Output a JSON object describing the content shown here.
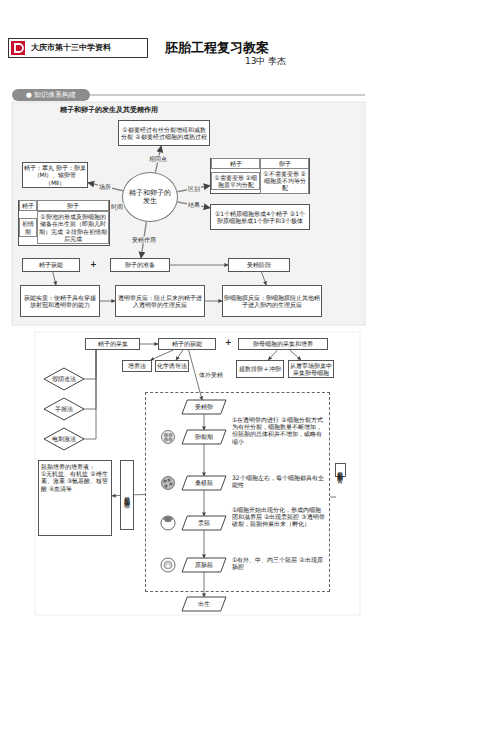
{
  "diagram": {
    "title": "胚胎工程复习教案",
    "nodes": [
      {
        "text": [
          "大庆市第十三中学资料"
        ]
      },
      {
        "text": [
          "● 知识体系构建"
        ]
      },
      {
        "text": [
          "①都要经过有丝分裂增殖和减数分裂 ②都要经过细胞的成熟过程"
        ]
      },
      {
        "text": [
          "精子和卵子的发生"
        ]
      },
      {
        "text": [
          "精子：睾丸 卵子：卵巢（MⅠ）、输卵管（MⅡ）"
        ]
      },
      {
        "text": [
          "精子",
          "卵子",
          "初情期",
          "①卵泡的形成及卵细胞的储备在出生前（即胎儿时期）完成 ②排卵在初情期后完成"
        ]
      },
      {
        "text": [
          "精子",
          "卵子",
          "①需要变形 ②细胞质平均分配",
          "①不需要变形 ②细胞质不均等分配"
        ]
      },
      {
        "text": [
          "①1个精原细胞形成4个精子 ②1个卵原细胞形成1个卵子和3个极体"
        ]
      },
      {
        "text": [
          "精子获能"
        ]
      },
      {
        "text": [
          "卵子的准备"
        ]
      },
      {
        "text": [
          "受精阶段"
        ]
      },
      {
        "text": [
          "获能实质：使精子具有穿越放射冠和透明带的能力"
        ]
      },
      {
        "text": [
          "透明带反应：阻止后来的精子进入透明带的生理反应"
        ]
      },
      {
        "text": [
          "卵细胞膜反应：卵细胞膜阻止其他精子进入卵内的生理反应"
        ]
      },
      {
        "text": [
          "精子的采集"
        ]
      },
      {
        "text": [
          "精子的获能"
        ]
      },
      {
        "text": [
          "卵母细胞的采集和培养"
        ]
      },
      {
        "text": [
          "培养法"
        ]
      },
      {
        "text": [
          "化学诱导法"
        ]
      },
      {
        "text": [
          "超数排卵+冲卵"
        ]
      },
      {
        "text": [
          "从屠宰场卵巢中采集卵母细胞"
        ]
      },
      {
        "text": [
          "假阴道法"
        ]
      },
      {
        "text": [
          "手握法"
        ]
      },
      {
        "text": [
          "电刺激法"
        ]
      },
      {
        "text": [
          "早期胚胎发育"
        ]
      },
      {
        "text": [
          "受精卵"
        ],
        "in": 24
      },
      {
        "text": [
          "卵裂期"
        ],
        "in": 24
      },
      {
        "text": [
          "桑椹胚"
        ],
        "in": 24
      },
      {
        "text": [
          "囊胚"
        ],
        "in": 24
      },
      {
        "text": [
          "原肠胚"
        ],
        "in": 24
      },
      {
        "text": [
          "出生"
        ]
      },
      {
        "text": [
          "早期胚胎培养"
        ]
      },
      {
        "text": [
          "胚胎培养的培养液：",
          "①无机盐、有机盐 ②维生素、激素 ③氨基酸、核苷酸 ④血清等"
        ]
      }
    ],
    "edges": [
      {
        "from": 3,
        "to": 2,
        "label": "相同点",
        "arrow": "to"
      },
      {
        "from": 3,
        "to": 4,
        "label": "场所",
        "arrow": "to"
      },
      {
        "from": 3,
        "to": 5,
        "label": "时间",
        "arrow": "to"
      },
      {
        "from": 3,
        "to": 6,
        "label": "区别",
        "arrow": "to"
      },
      {
        "from": 3,
        "to": 7,
        "label": "结果",
        "arrow": "to"
      },
      {
        "from": 3,
        "to": 9,
        "label": "受精作用",
        "arrow": "to"
      },
      {
        "from": 9,
        "to": 10,
        "arrow": "to"
      },
      {
        "from": 8,
        "to": 11,
        "arrow": "to"
      },
      {
        "from": 11,
        "to": 12,
        "arrow": "to"
      },
      {
        "from": 12,
        "to": 13,
        "arrow": "to"
      },
      {
        "from": 10,
        "to": 13,
        "arrow": "to"
      },
      {
        "from": 14,
        "to": 15,
        "arrow": "to"
      },
      {
        "from": 15,
        "to": 17,
        "arrow": "to"
      },
      {
        "from": 15,
        "to": 18,
        "arrow": "to"
      },
      {
        "from": 16,
        "to": 19,
        "arrow": "to"
      },
      {
        "from": 16,
        "to": 20,
        "arrow": "to"
      },
      {
        "from": 21,
        "to": 14,
        "arrow": "none"
      },
      {
        "from": 22,
        "to": 14,
        "arrow": "none"
      },
      {
        "from": 23,
        "to": 14,
        "arrow": "none"
      },
      {
        "from": 15,
        "to": 25,
        "label": "体外受精",
        "arrow": "to"
      },
      {
        "from": 25,
        "to": 26,
        "arrow": "to"
      },
      {
        "from": 26,
        "to": 27,
        "arrow": "to"
      },
      {
        "from": 27,
        "to": 28,
        "arrow": "to"
      },
      {
        "from": 28,
        "to": 29,
        "arrow": "to"
      },
      {
        "from": 29,
        "to": 30,
        "arrow": "to"
      },
      {
        "from": 24,
        "to": 31,
        "arrow": "none"
      },
      {
        "from": 31,
        "to": 32,
        "arrow": "to"
      }
    ],
    "labels": [
      "13中 李杰",
      "精子和卵子的发生及其受精作用",
      "+",
      "+",
      "①在透明带内进行 ②细胞分裂方式为有丝分裂，细胞数量不断增加，但胚胎的总体积并不增加，或略有缩小",
      "32个细胞左右，每个细胞都具有全能性",
      "①细胞开始出现分化，形成内细胞团和滋养层 ②出现囊胚腔 ③透明带破裂，胚胎伸展出来（孵化）",
      "①有外、中、内三个胚层 ②出现原肠腔"
    ]
  }
}
